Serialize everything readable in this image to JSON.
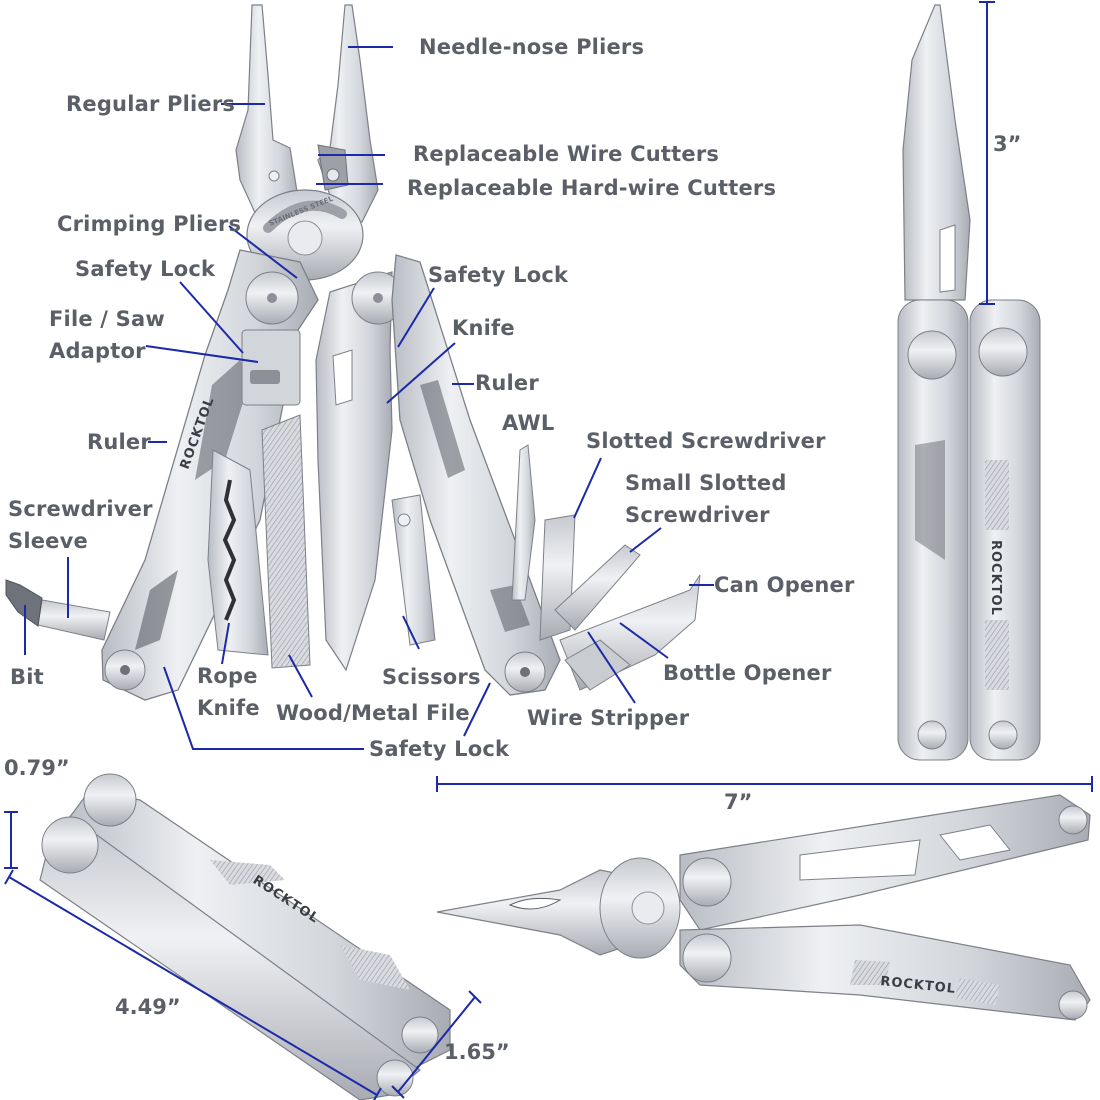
{
  "product": {
    "brand": "ROCKTOL",
    "stamp": "STAINLESS STEEL"
  },
  "callouts": [
    {
      "id": "needle-nose-pliers",
      "label": "Needle-nose Pliers"
    },
    {
      "id": "regular-pliers",
      "label": "Regular Pliers"
    },
    {
      "id": "replaceable-wire-cutters",
      "label": "Replaceable Wire Cutters"
    },
    {
      "id": "replaceable-hard-wire-cutters",
      "label": "Replaceable Hard-wire Cutters"
    },
    {
      "id": "crimping-pliers",
      "label": "Crimping Pliers"
    },
    {
      "id": "safety-lock-left",
      "label": "Safety Lock"
    },
    {
      "id": "safety-lock-right",
      "label": "Safety Lock"
    },
    {
      "id": "file-saw-adaptor",
      "label": "File / Saw Adaptor",
      "lines": [
        "File / Saw",
        "Adaptor"
      ]
    },
    {
      "id": "knife",
      "label": "Knife"
    },
    {
      "id": "ruler-right",
      "label": "Ruler"
    },
    {
      "id": "awl",
      "label": "AWL"
    },
    {
      "id": "ruler-left",
      "label": "Ruler"
    },
    {
      "id": "slotted-screwdriver",
      "label": "Slotted Screwdriver"
    },
    {
      "id": "small-slotted-screwdriver",
      "label": "Small Slotted Screwdriver",
      "lines": [
        "Small Slotted",
        "Screwdriver"
      ]
    },
    {
      "id": "screwdriver-sleeve",
      "label": "Screwdriver Sleeve",
      "lines": [
        "Screwdriver",
        "Sleeve"
      ]
    },
    {
      "id": "can-opener",
      "label": "Can Opener"
    },
    {
      "id": "bit",
      "label": "Bit"
    },
    {
      "id": "rope-knife",
      "label": "Rope Knife",
      "lines": [
        "Rope",
        "Knife"
      ]
    },
    {
      "id": "scissors",
      "label": "Scissors"
    },
    {
      "id": "bottle-opener",
      "label": "Bottle Opener"
    },
    {
      "id": "wood-metal-file",
      "label": "Wood/Metal File"
    },
    {
      "id": "wire-stripper",
      "label": "Wire Stripper"
    },
    {
      "id": "safety-lock-bottom",
      "label": "Safety Lock"
    }
  ],
  "dimensions": {
    "blade_length": "3”",
    "open_length": "7”",
    "thickness": "0.79”",
    "closed_length": "4.49”",
    "closed_width": "1.65”"
  },
  "colors": {
    "leader_line": "#1a2aa8",
    "label_text": "#5b5f68",
    "steel_light": "#e4e6ea",
    "steel_mid": "#c3c6cc",
    "steel_dark": "#8d9098",
    "background": "#ffffff"
  }
}
